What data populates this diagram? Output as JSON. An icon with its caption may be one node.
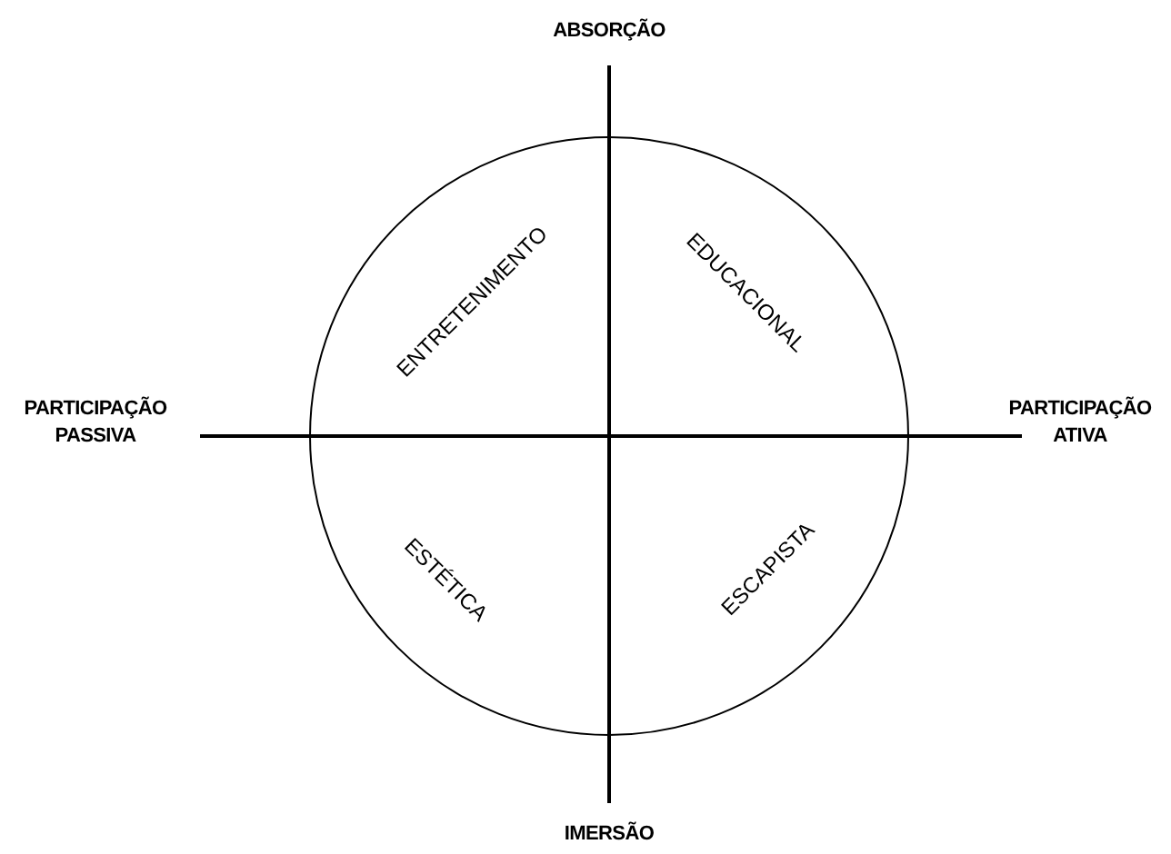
{
  "diagram": {
    "nodes": [
      {
        "text": [
          "ENTRETENIMENTO",
          "EDUCACIONAL",
          "ESTÉTICA",
          "ESCAPISTA"
        ]
      }
    ],
    "edges": [],
    "labels": [
      "ABSORÇÃO",
      "PARTICIPAÇÃO PASSIVA",
      "PARTICIPAÇÃO ATIVA",
      "IMERSÃO"
    ]
  }
}
